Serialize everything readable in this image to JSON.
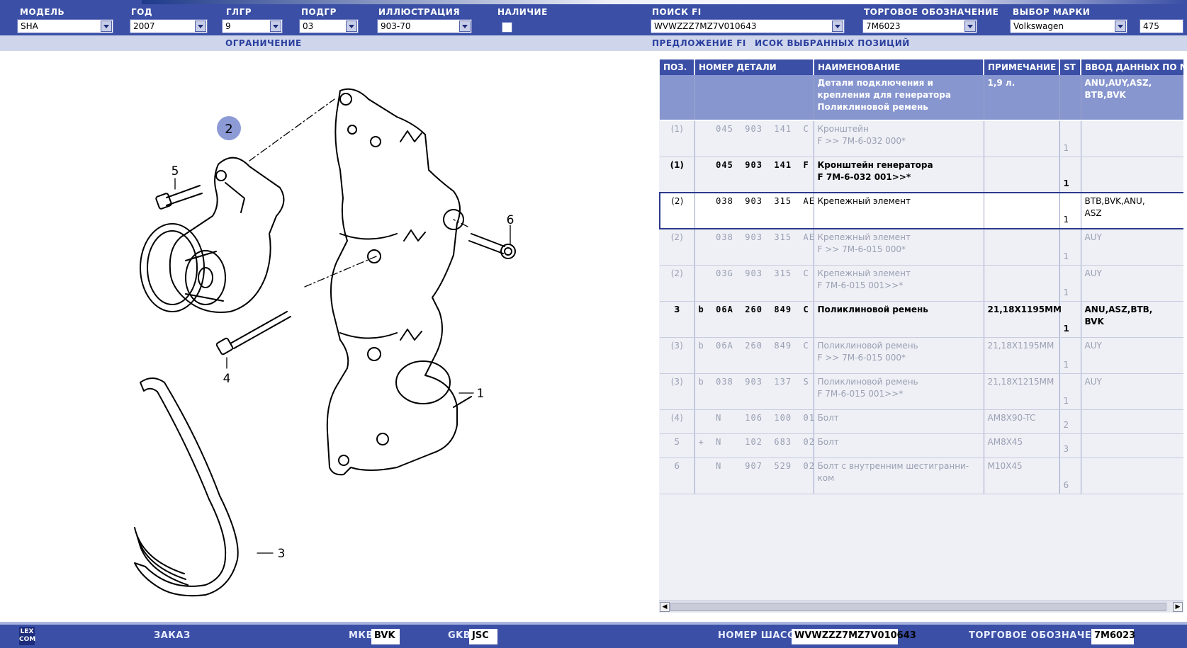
{
  "header": {
    "model_label": "МОДЕЛЬ",
    "model_value": "SHA",
    "year_label": "ГОД",
    "year_value": "2007",
    "mg_label": "ГЛГР",
    "mg_value": "9",
    "sg_label": "ПОДГР",
    "sg_value": "03",
    "ill_label": "ИЛЛЮСТРАЦИЯ",
    "ill_value": "903-70",
    "avail_label": "НАЛИЧИЕ",
    "search_label": "ПОИСК FI",
    "search_value": "WVWZZZ7MZ7V010643",
    "trade_label": "ТОРГОВОЕ ОБОЗНАЧЕНИЕ",
    "trade_value": "7M6023",
    "brand_label": "ВЫБОР МАРКИ",
    "brand_value": "Volkswagen",
    "brand_code": "475"
  },
  "subbar": {
    "restriction": "ОГРАНИЧЕНИЕ",
    "fi_offer": "ПРЕДЛОЖЕНИЕ FI",
    "selected_list": "ИСОК ВЫБРАННЫХ ПОЗИЦИЙ"
  },
  "diagram": {
    "callouts": [
      "2",
      "5",
      "6",
      "4",
      "1",
      "3"
    ],
    "highlight_color": "#8c9ad6"
  },
  "table": {
    "columns": [
      "ПОЗ.",
      "НОМЕР ДЕТАЛИ",
      "НАИМЕНОВАНИЕ",
      "ПРИМЕЧАНИЕ",
      "ST",
      "ВВОД ДАННЫХ ПО М"
    ],
    "header_row": {
      "name": "Детали подключения и крепления для генератора Поликлиновой ремень",
      "note": "1,9 л.",
      "data": "ANU,AUY,ASZ, BTB,BVK"
    },
    "rows": [
      {
        "style": "grey",
        "pos": "(1)",
        "part": "   045  903  141  C",
        "name": "Кронштейн\nF            >> 7M-6-032 000*",
        "note": "",
        "st": "1",
        "data": ""
      },
      {
        "style": "bold",
        "pos": "(1)",
        "part": "   045  903  141  F",
        "name": "Кронштейн генератора\nF 7M-6-032 001>>*",
        "note": "",
        "st": "1",
        "data": ""
      },
      {
        "style": "sel",
        "pos": "(2)",
        "part": "   038  903  315  AE",
        "name": "Крепежный элемент",
        "note": "",
        "st": "1",
        "data": "BTB,BVK,ANU,\nASZ"
      },
      {
        "style": "grey",
        "pos": "(2)",
        "part": "   038  903  315  AE",
        "name": "Крепежный элемент\nF            >> 7M-6-015 000*",
        "note": "",
        "st": "1",
        "data": "AUY"
      },
      {
        "style": "grey",
        "pos": "(2)",
        "part": "   03G  903  315  C",
        "name": "Крепежный элемент\nF 7M-6-015 001>>*",
        "note": "",
        "st": "1",
        "data": "AUY"
      },
      {
        "style": "bold",
        "pos": "3",
        "part": "b  06A  260  849  C",
        "name": "Поликлиновой ремень",
        "note": "21,18X1195MM",
        "st": "1",
        "data": "ANU,ASZ,BTB,\nBVK"
      },
      {
        "style": "grey",
        "pos": "(3)",
        "part": "b  06A  260  849  C",
        "name": "Поликлиновой ремень\nF            >> 7M-6-015 000*",
        "note": "21,18X1195MM",
        "st": "1",
        "data": "AUY"
      },
      {
        "style": "grey",
        "pos": "(3)",
        "part": "b  038  903  137  S",
        "name": "Поликлиновой ремень\nF 7M-6-015 001>>*",
        "note": "21,18X1215MM",
        "st": "1",
        "data": "AUY"
      },
      {
        "style": "grey",
        "pos": "(4)",
        "part": "   N    106  100  01",
        "name": "Болт",
        "note": "AM8X90-TC",
        "st": "2",
        "data": ""
      },
      {
        "style": "grey",
        "pos": "5",
        "part": "+  N    102  683  02",
        "name": "Болт",
        "note": "AM8X45",
        "st": "3",
        "data": ""
      },
      {
        "style": "grey",
        "pos": "6",
        "part": "   N    907  529  02",
        "name": "Болт с внутренним шестигранни-\nком",
        "note": "M10X45",
        "st": "6",
        "data": ""
      }
    ]
  },
  "footer": {
    "logo": "LEX COM",
    "order": "ЗАКАЗ",
    "mkb_label": "МКВ",
    "mkb_value": "BVK",
    "gkb_label": "GKB",
    "gkb_value": "JSC",
    "chassis_label": "НОМЕР ШАССИ",
    "chassis_value": "WVWZZZ7MZ7V010643",
    "trade_label": "ТОРГОВОЕ ОБОЗНАЧЕНИЕ",
    "trade_value": "7M6023"
  }
}
